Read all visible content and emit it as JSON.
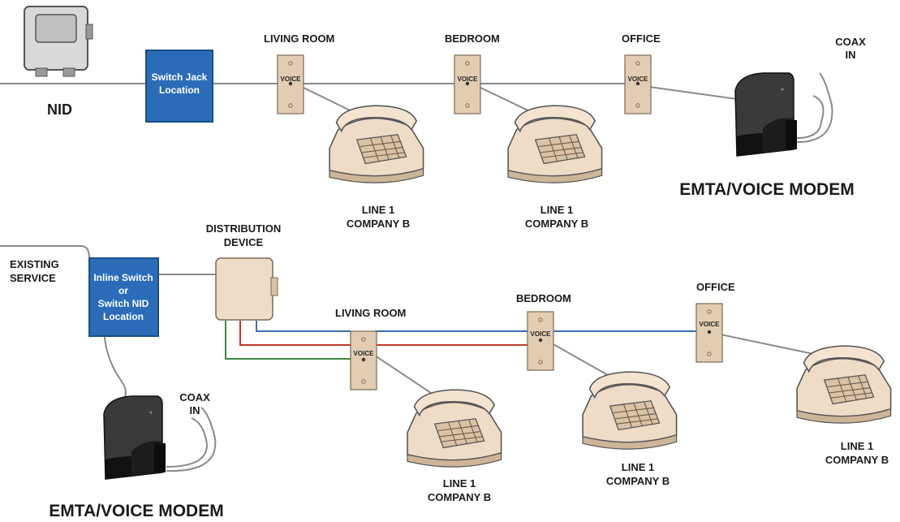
{
  "top": {
    "nid_label": "NID",
    "switch_box": [
      "Switch Jack",
      "Location"
    ],
    "rooms": [
      "LIVING ROOM",
      "BEDROOM",
      "OFFICE"
    ],
    "jack_text": "VOICE",
    "phone_labels": [
      [
        "LINE 1",
        "COMPANY B"
      ],
      [
        "LINE 1",
        "COMPANY B"
      ]
    ],
    "coax": [
      "COAX",
      "IN"
    ],
    "modem_label": "EMTA/VOICE MODEM"
  },
  "bottom": {
    "existing_service": [
      "EXISTING",
      "SERVICE"
    ],
    "switch_box": [
      "Inline Switch",
      "or",
      "Switch NID",
      "Location"
    ],
    "distribution": [
      "DISTRIBUTION",
      "DEVICE"
    ],
    "rooms": [
      "LIVING ROOM",
      "BEDROOM",
      "OFFICE"
    ],
    "jack_text": "VOICE",
    "phone_labels": [
      [
        "LINE 1",
        "COMPANY B"
      ],
      [
        "LINE 1",
        "COMPANY B"
      ],
      [
        "LINE 1",
        "COMPANY B"
      ]
    ],
    "coax": [
      "COAX",
      "IN"
    ],
    "modem_label": "EMTA/VOICE MODEM"
  },
  "colors": {
    "wire": "#8a8a8a",
    "switch_box": "#2b6cb8",
    "jack_plate": "#e3cdb2",
    "phone_body": "#efdcc6",
    "modem": "#2a2a2a",
    "wire_blue": "#3b6fb0",
    "wire_red": "#c0392b",
    "wire_green": "#3a8a3a"
  }
}
